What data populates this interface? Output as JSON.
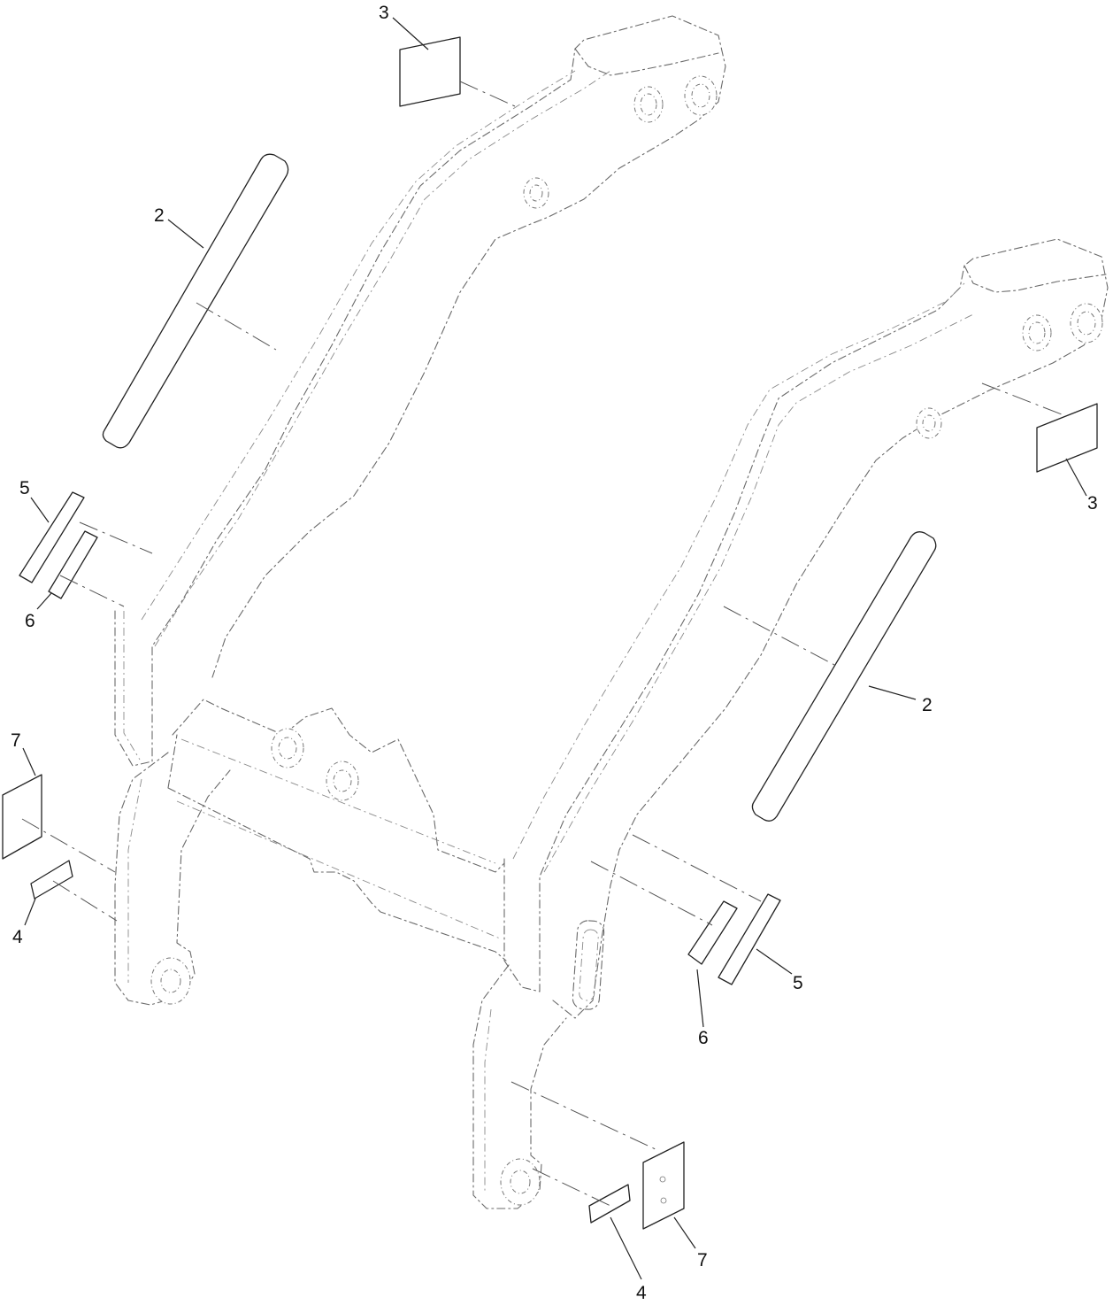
{
  "callouts": [
    {
      "id": "decal-3-top",
      "label": "3"
    },
    {
      "id": "decal-2-left",
      "label": "2"
    },
    {
      "id": "decal-5-left",
      "label": "5"
    },
    {
      "id": "decal-6-left",
      "label": "6"
    },
    {
      "id": "decal-7-left",
      "label": "7"
    },
    {
      "id": "decal-4-left",
      "label": "4"
    },
    {
      "id": "decal-3-right",
      "label": "3"
    },
    {
      "id": "decal-2-right",
      "label": "2"
    },
    {
      "id": "decal-5-right",
      "label": "5"
    },
    {
      "id": "decal-6-right",
      "label": "6"
    },
    {
      "id": "decal-7-right",
      "label": "7"
    },
    {
      "id": "decal-4-right",
      "label": "4"
    }
  ]
}
